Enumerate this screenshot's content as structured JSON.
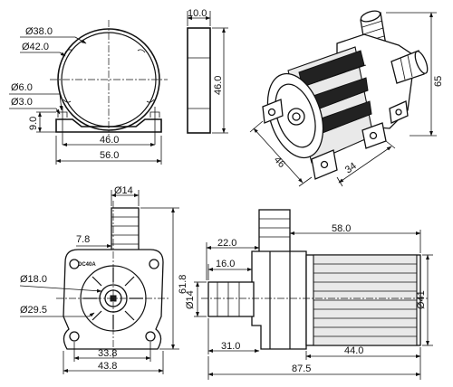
{
  "views": {
    "front_mount": {
      "inner_diameter": "Ø38.0",
      "outer_diameter": "Ø42.0",
      "hole_diameter_large": "Ø6.0",
      "hole_diameter_small": "Ø3.0",
      "foot_height": "9.0",
      "hole_spacing": "46.0",
      "overall_width": "56.0"
    },
    "side_mount": {
      "thickness": "10.0",
      "height": "46.0"
    },
    "isometric": {
      "height": "65",
      "depth": "46",
      "length": "34"
    },
    "pump_front": {
      "nozzle_diameter": "Ø14",
      "offset": "7.8",
      "impeller_diameter": "Ø18.0",
      "body_diameter": "Ø29.5",
      "height": "61.8",
      "inner_width": "33.8",
      "overall_width": "43.8",
      "model_label": "DC40A"
    },
    "pump_side": {
      "nozzle_diameter": "Ø14",
      "motor_diameter": "Ø41",
      "outlet_offset": "22.0",
      "motor_length_top": "58.0",
      "inlet_length": "16.0",
      "inlet_offset": "31.0",
      "motor_length_bottom": "44.0",
      "overall_length": "87.5"
    }
  }
}
